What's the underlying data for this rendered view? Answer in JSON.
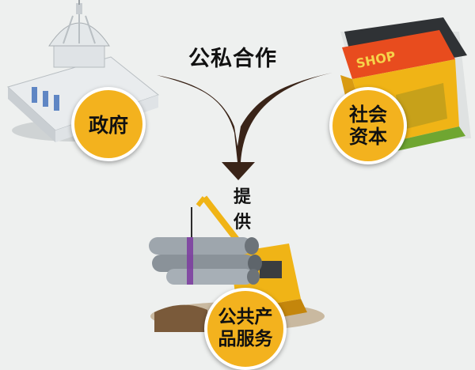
{
  "partnership_label": "公私合作",
  "government_label": "政府",
  "social_capital_label_line1": "社会",
  "social_capital_label_line2": "资本",
  "provide_label_chars": [
    "提",
    "供"
  ],
  "public_service_label_line1": "公共产",
  "public_service_label_line2": "品服务",
  "shop_sign": "SHOP",
  "colors": {
    "arrow": "#3a2418",
    "circle_fill": "#f3b21e",
    "shop_awning": "#e84c1e",
    "machine": "#f0b416"
  },
  "icons": [
    "capitol-building-icon",
    "shop-icon",
    "crane-with-pipes-icon"
  ]
}
